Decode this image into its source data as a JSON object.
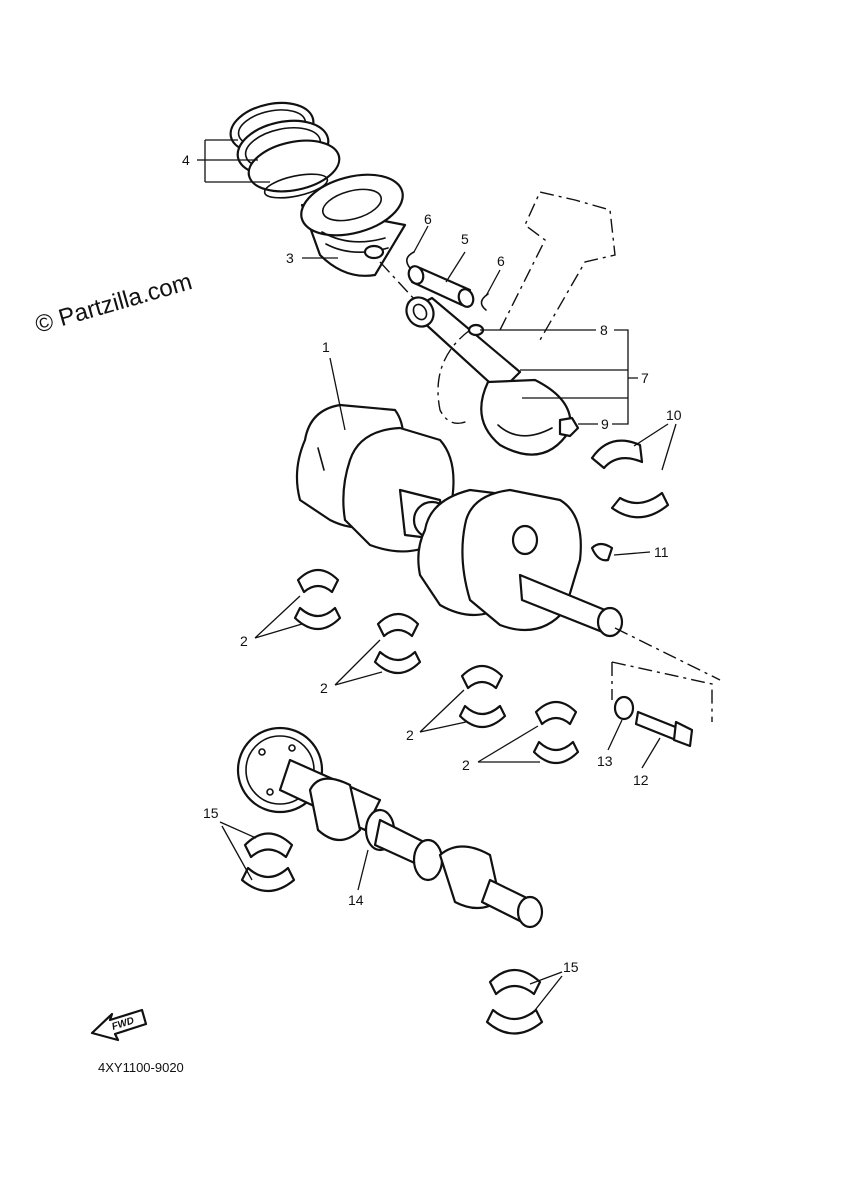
{
  "watermark": "© Partzilla.com",
  "diagram_code": "4XY1100-9020",
  "fwd_label": "FWD",
  "callouts": {
    "c1": "1",
    "c2a": "2",
    "c2b": "2",
    "c2c": "2",
    "c2d": "2",
    "c3": "3",
    "c4": "4",
    "c5": "5",
    "c6a": "6",
    "c6b": "6",
    "c7": "7",
    "c8": "8",
    "c9": "9",
    "c10": "10",
    "c11": "11",
    "c12": "12",
    "c13": "13",
    "c14": "14",
    "c15a": "15",
    "c15b": "15"
  }
}
